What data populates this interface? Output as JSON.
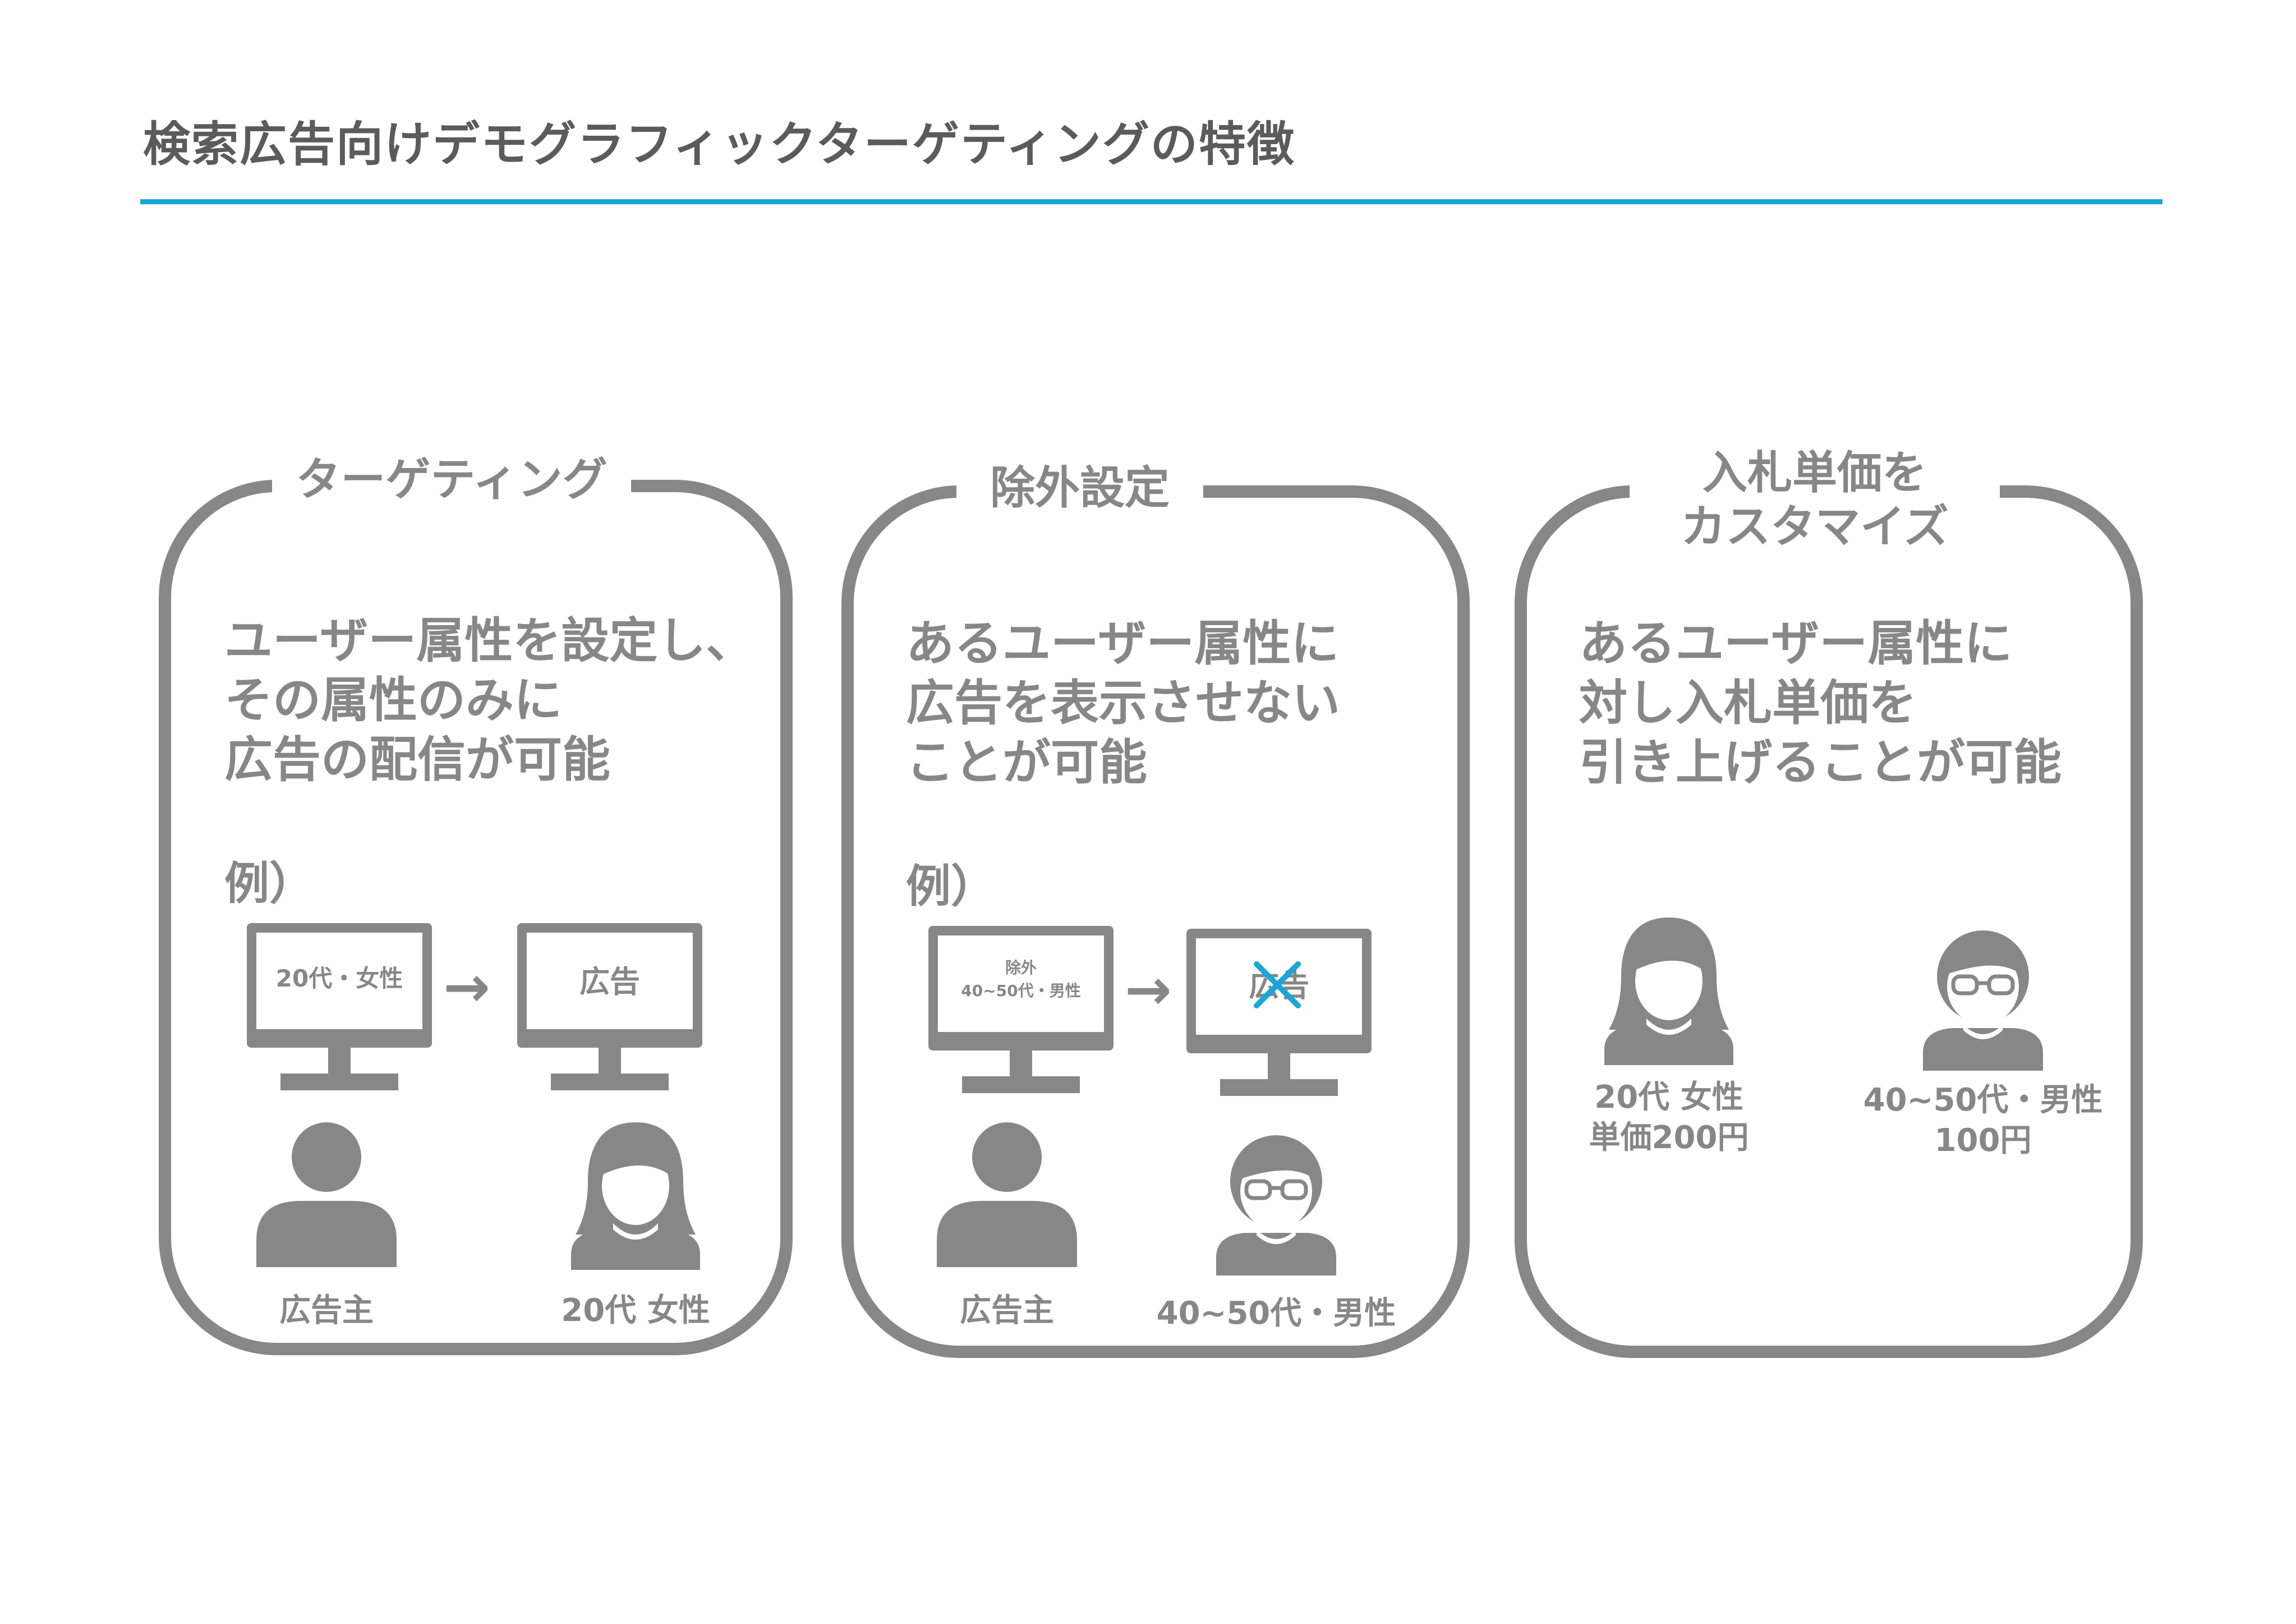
{
  "title": "検索広告向けデモグラフィックターゲティングの特徴",
  "colors": {
    "accent": "#1aa6d6",
    "gray": "#878787",
    "title_text": "#5b5b5b",
    "cross": "#1aa6d6"
  },
  "panels": [
    {
      "heading": "ターゲティング",
      "description": [
        "ユーザー属性を設定し、",
        "その属性のみに",
        "広告の配信が可能"
      ],
      "example_label": "例）",
      "monitor_left_text": "20代・女性",
      "arrow": "→",
      "monitor_right_text": "広告",
      "person_left_icon": "person-icon",
      "person_left_label": "広告主",
      "person_right_icon": "woman-icon",
      "person_right_label": "20代 女性"
    },
    {
      "heading": "除外設定",
      "description": [
        "あるユーザー属性に",
        "広告を表示させない",
        "ことが可能"
      ],
      "example_label": "例）",
      "monitor_left_text": [
        "除外",
        "40~50代・男性"
      ],
      "arrow": "→",
      "monitor_right_text": "広告",
      "cross_icon": "cross-icon",
      "person_left_icon": "person-icon",
      "person_left_label": "広告主",
      "person_right_icon": "man-glasses-icon",
      "person_right_label": "40~50代・男性"
    },
    {
      "heading": [
        "入札単価を",
        "カスタマイズ"
      ],
      "description": [
        "あるユーザー属性に",
        "対し入札単価を",
        "引き上げることが可能"
      ],
      "person_left_icon": "woman-icon",
      "person_left_label": [
        "20代 女性",
        "単価200円"
      ],
      "person_right_icon": "man-glasses-icon",
      "person_right_label": [
        "40~50代・男性",
        "100円"
      ]
    }
  ]
}
